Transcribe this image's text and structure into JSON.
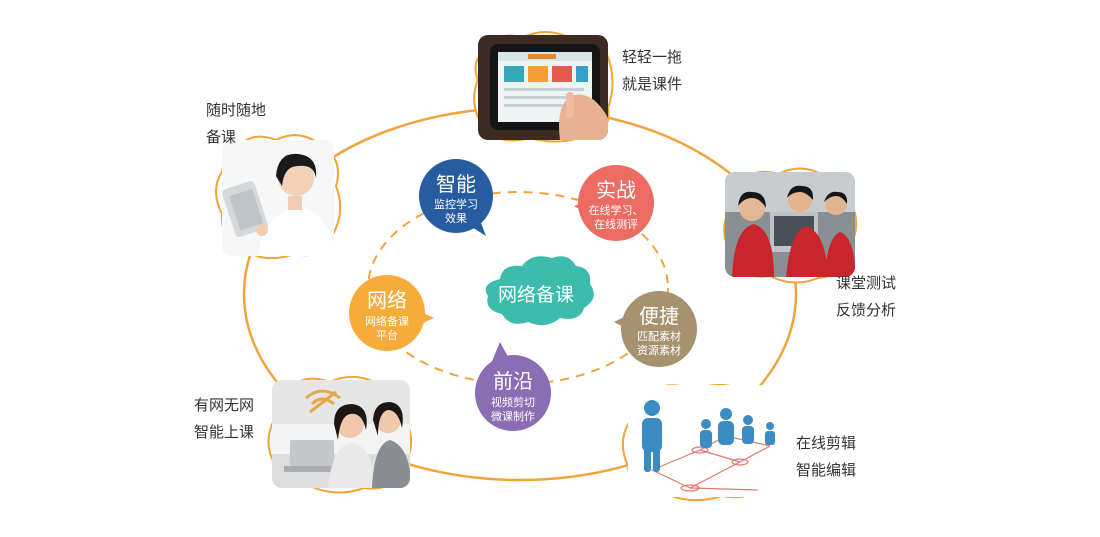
{
  "colors": {
    "orange": "#F0A43A",
    "blue": "#275CA0",
    "red": "#EC6C63",
    "tan": "#A7926F",
    "purple": "#8B6DB3",
    "yellow": "#F6AC3B",
    "teal": "#3DBCAE",
    "text": "#333333"
  },
  "center": {
    "title": "网络备课"
  },
  "bubbles": {
    "zhineng": {
      "title": "智能",
      "lines": [
        "监控学习",
        "效果"
      ]
    },
    "shizhan": {
      "title": "实战",
      "lines": [
        "在线学习、",
        "在线测评"
      ]
    },
    "wangluo": {
      "title": "网络",
      "lines": [
        "网络备课",
        "平台"
      ]
    },
    "bianjie": {
      "title": "便捷",
      "lines": [
        "匹配素材",
        "资源素材"
      ]
    },
    "qianyan": {
      "title": "前沿",
      "lines": [
        "视频剪切",
        "微课制作"
      ]
    }
  },
  "outer_labels": {
    "drag": [
      "轻轻一拖",
      "就是课件"
    ],
    "anytime": [
      "随时随地",
      "备课"
    ],
    "test": [
      "课堂测试",
      "反馈分析"
    ],
    "offline": [
      "有网无网",
      "智能上课"
    ],
    "edit": [
      "在线剪辑",
      "智能编辑"
    ]
  }
}
